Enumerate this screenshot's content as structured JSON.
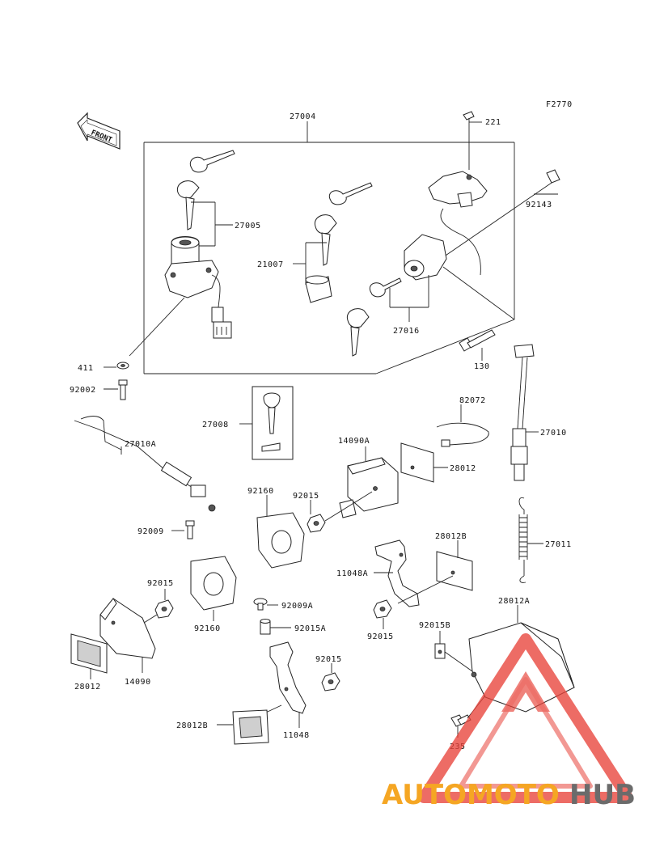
{
  "figure_code": "F2770",
  "front_label": "FRONT",
  "labels": {
    "27004": "27004",
    "221": "221",
    "92143": "92143",
    "27005": "27005",
    "21007": "21007",
    "27016": "27016",
    "411": "411",
    "92002": "92002",
    "130": "130",
    "27008": "27008",
    "82072": "82072",
    "27010": "27010",
    "27010A": "27010A",
    "14090A": "14090A",
    "28012_top": "28012",
    "92160_a": "92160",
    "92015_a": "92015",
    "92009": "92009",
    "27011": "27011",
    "28012B_a": "28012B",
    "11048A": "11048A",
    "92015_b": "92015",
    "92160_b": "92160",
    "92009A": "92009A",
    "92015A": "92015A",
    "92015_c": "92015",
    "28012A": "28012A",
    "92015B": "92015B",
    "92015_d": "92015",
    "28012_bottom": "28012",
    "14090": "14090",
    "28012B_b": "28012B",
    "11048": "11048",
    "235": "235"
  },
  "watermark": {
    "part1": "AUTOMOTO",
    "part2": "HUB",
    "color1": "#f5a623",
    "color2": "#6b6b6b",
    "triangle_color": "#e8433a"
  }
}
